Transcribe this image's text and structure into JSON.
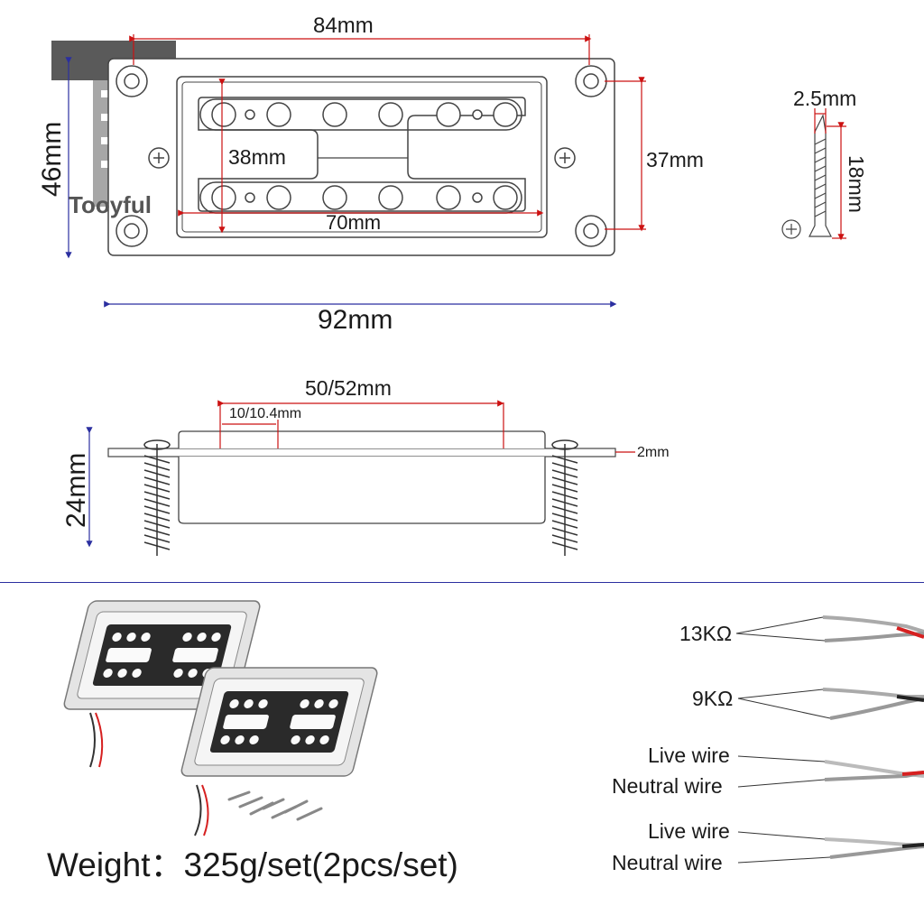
{
  "brand": {
    "name": "Tooyful"
  },
  "top_view": {
    "width_overall": "92mm",
    "hole_spacing": "84mm",
    "height_overall": "46mm",
    "inner_height": "37mm",
    "bobbin_height": "38mm",
    "inner_length": "70mm"
  },
  "screw": {
    "diameter": "2.5mm",
    "length": "18mm"
  },
  "side_view": {
    "pole_length": "50/52mm",
    "pole_spacing": "10/10.4mm",
    "total_height": "24mm",
    "plate_thickness": "2mm"
  },
  "wiring": {
    "resistances": [
      "13KΩ",
      "9KΩ"
    ],
    "live_label": "Live wire",
    "neutral_label": "Neutral wire"
  },
  "weight_text": "Weight：325g/set(2pcs/set)",
  "colors": {
    "dimension_red": "#cc1111",
    "dimension_blue": "#2b2fa0",
    "wire_red": "#d62020",
    "metal": "#c9c9c9"
  }
}
